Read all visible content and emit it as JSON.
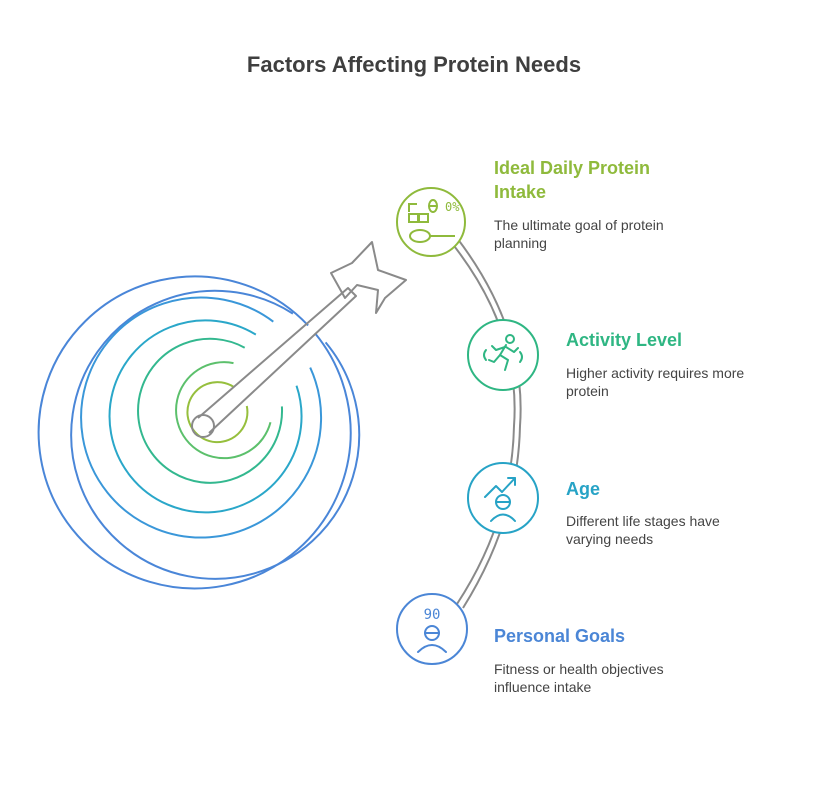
{
  "title": "Factors Affecting Protein Needs",
  "colors": {
    "title": "#3f3f3f",
    "connector": "#8a8a8a",
    "ring_colors": [
      "#4a86d8",
      "#3a97d9",
      "#2aa7c9",
      "#33b88f",
      "#5cc06c",
      "#96bf3d"
    ]
  },
  "items": [
    {
      "title": "Ideal Daily Protein Intake",
      "description": "The ultimate goal of protein planning",
      "color": "#8fba3c",
      "icon": "protein-scale-spoon-icon",
      "icon_text": "0%"
    },
    {
      "title": "Activity Level",
      "description": "Higher activity requires more protein",
      "color": "#2fb683",
      "icon": "running-person-icon",
      "icon_text": ""
    },
    {
      "title": "Age",
      "description": "Different life stages have varying needs",
      "color": "#27a3c6",
      "icon": "person-growth-chart-icon",
      "icon_text": ""
    },
    {
      "title": "Personal Goals",
      "description": "Fitness or health objectives influence intake",
      "color": "#4b86d6",
      "icon": "person-goal-90-icon",
      "icon_text": "90"
    }
  ]
}
